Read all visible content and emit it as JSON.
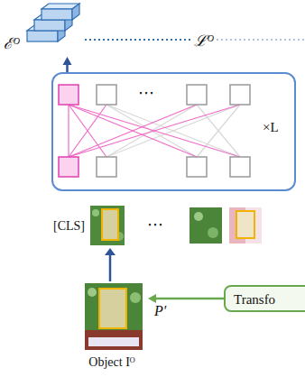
{
  "diagram": {
    "nodes": [
      {
        "text": [
          "ℰᴼ"
        ]
      },
      {
        "text": [
          "×L"
        ]
      },
      {
        "text": [
          "Object Iᴼ"
        ]
      },
      {
        "text": [
          "Transfo"
        ]
      }
    ],
    "edges": [
      {
        "from": 1,
        "to": 0,
        "arrow": "to"
      },
      {
        "from": 3,
        "to": 2,
        "label": "P′",
        "arrow": "to"
      }
    ],
    "labels": [
      "ℒᴼ",
      "[CLS]",
      "⋯",
      "⋯"
    ]
  }
}
